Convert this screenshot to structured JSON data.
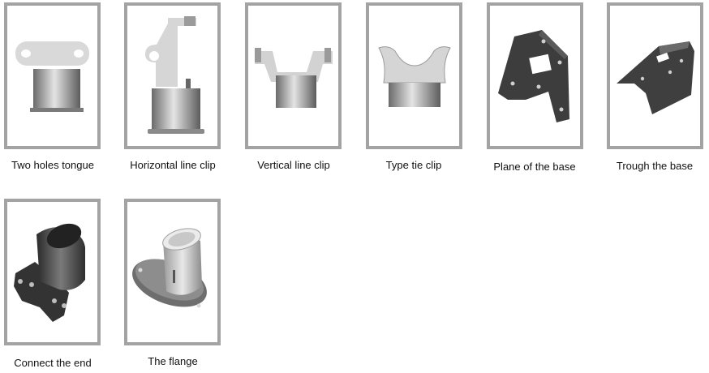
{
  "items": [
    {
      "label": "Two holes tongue"
    },
    {
      "label": "Horizontal line clip"
    },
    {
      "label": "Vertical line clip"
    },
    {
      "label": "Type tie clip"
    },
    {
      "label": "Plane of the base"
    },
    {
      "label": "Trough the base"
    },
    {
      "label": "Connect the end"
    },
    {
      "label": "The flange"
    }
  ],
  "colors": {
    "frame": "#a3a3a3",
    "light_metal": "#d4d4d4",
    "dark_metal": "#3b3b3b",
    "caption": "#111111"
  }
}
